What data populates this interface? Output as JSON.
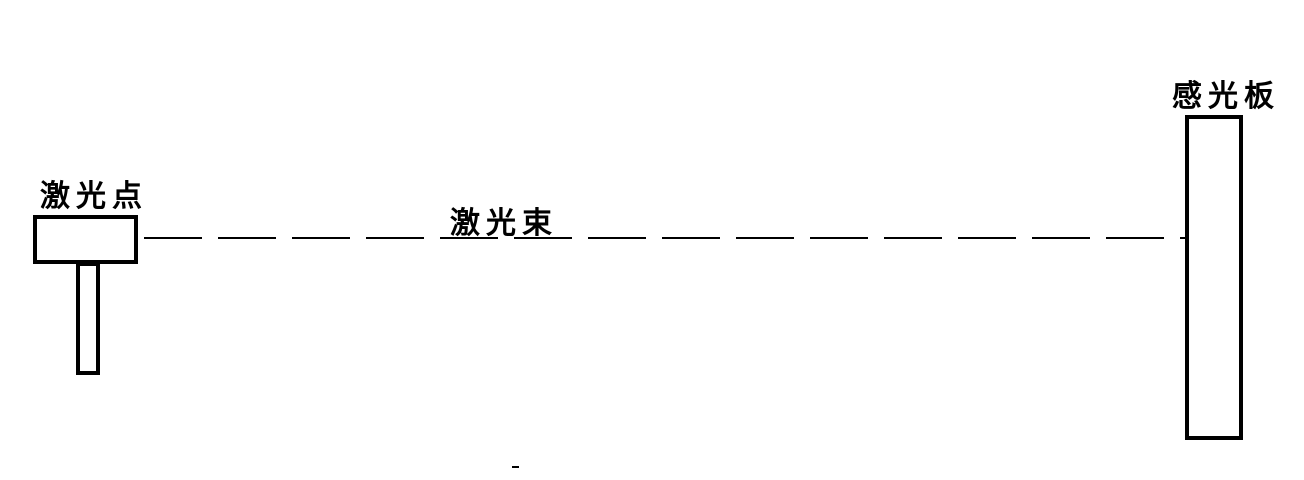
{
  "labels": {
    "laser_point": "激光点",
    "laser_beam": "激光束",
    "sensor_plate": "感光板"
  },
  "colors": {
    "stroke": "#000000",
    "background": "#ffffff"
  }
}
